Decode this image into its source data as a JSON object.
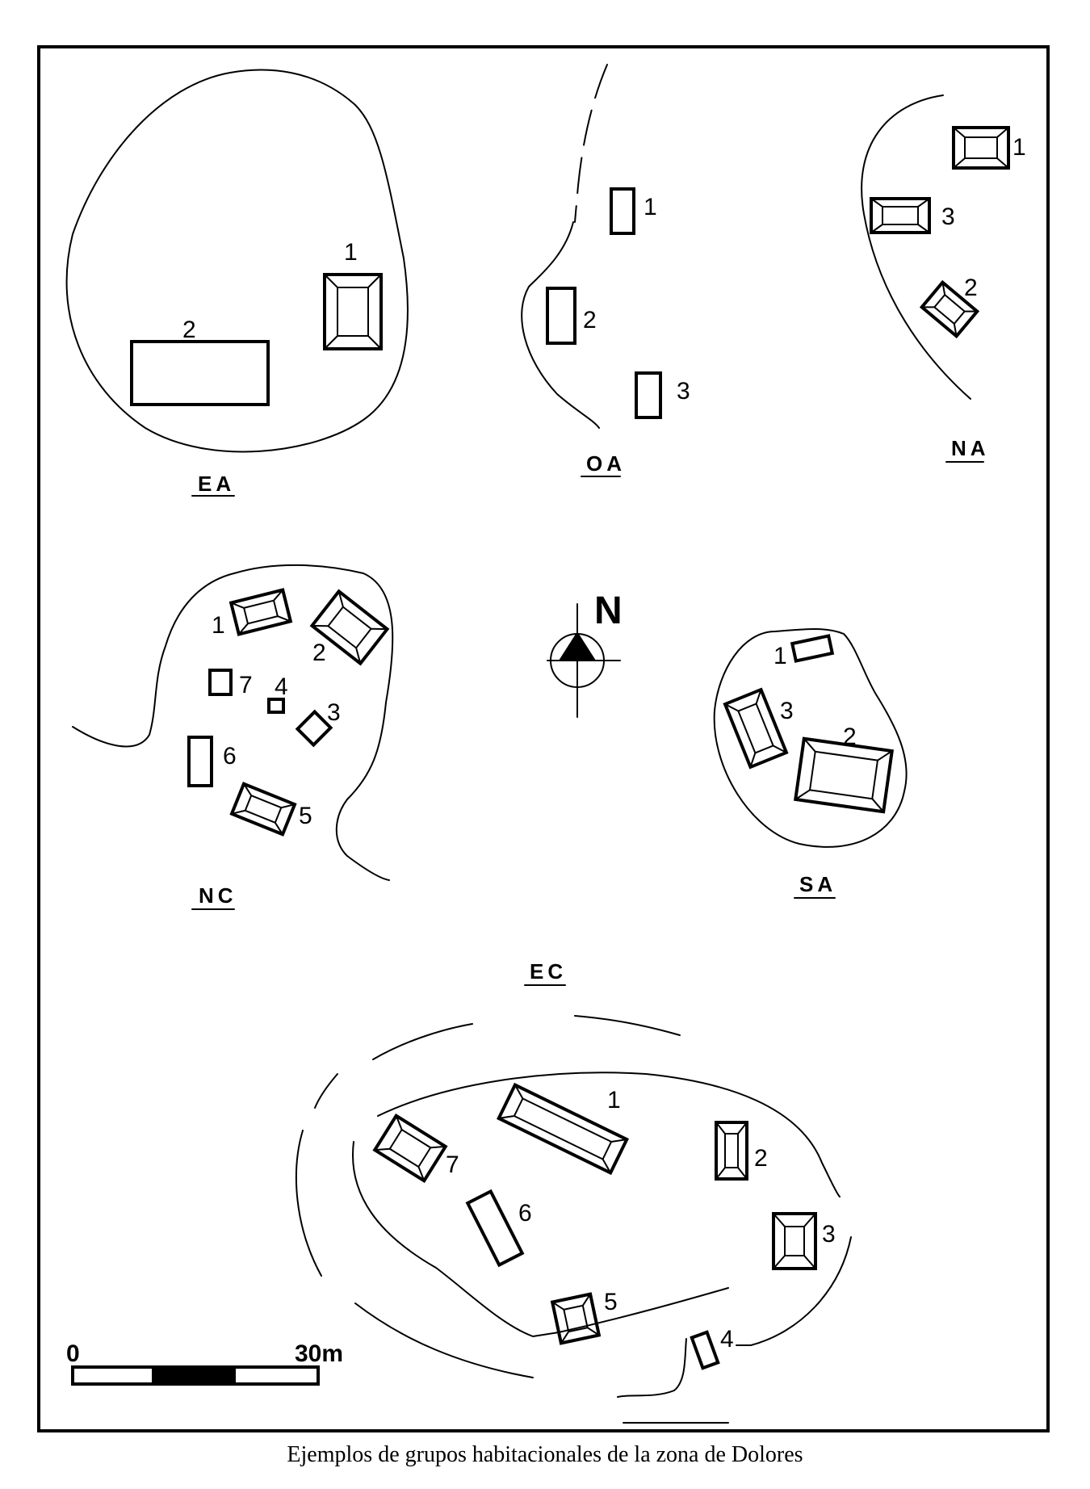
{
  "caption": "Ejemplos de grupos habitacionales de la zona de Dolores",
  "north_label": "N",
  "scale": {
    "start_label": "0",
    "end_label": "30m"
  },
  "groups": [
    {
      "label": "EA",
      "structures": [
        "1",
        "2"
      ]
    },
    {
      "label": "OA",
      "structures": [
        "1",
        "2",
        "3"
      ]
    },
    {
      "label": "NA",
      "structures": [
        "1",
        "3",
        "2"
      ]
    },
    {
      "label": "NC",
      "structures": [
        "1",
        "2",
        "7",
        "4",
        "3",
        "6",
        "5"
      ]
    },
    {
      "label": "SA",
      "structures": [
        "1",
        "3",
        "2"
      ]
    },
    {
      "label": "EC",
      "structures": [
        "1",
        "2",
        "3",
        "7",
        "6",
        "5",
        "4"
      ]
    }
  ]
}
